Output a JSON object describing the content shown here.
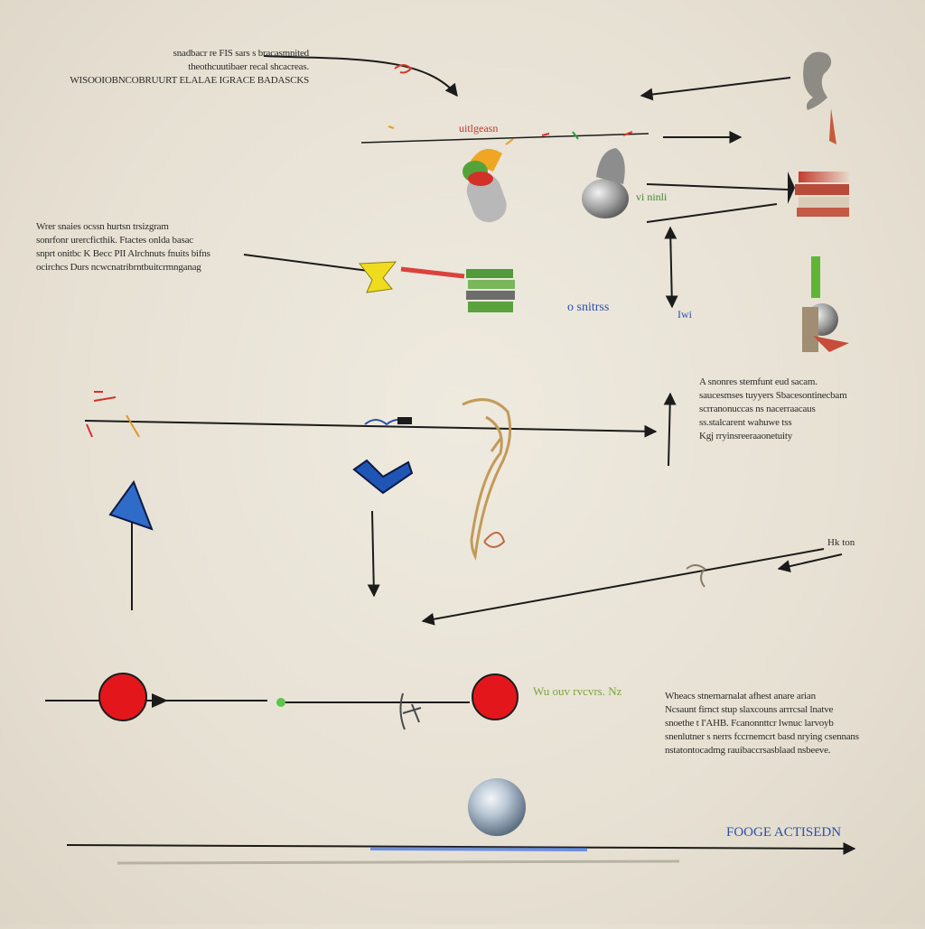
{
  "text_blocks": {
    "top_left": [
      "snadbacr re FIS sars s bracasmnited",
      "theothcuutibaer recal shcacreas.",
      "WISOOIOBNCOBRUURT ELALAE IGRACE BADASCKS"
    ],
    "mid_left": [
      "Wrer snaies  ocssn hurtsn  trsizgram",
      "sonrfonr urercficthik. Ftactes  onlda basac",
      "snprt onitbc K Becc PII Alrchnuts fnuits bifns",
      "ocirchcs  Durs  ncwcnatribrntbuitcrmnganag"
    ],
    "mid_right": [
      "A snonres stemfunt  eud  sacam.",
      "saucesmses tuyyers  Sbacesontinecbam",
      "scrranonuccas ns  nacerraacaus",
      "ss.stalcarent  wahuwe tss",
      "Kgj rryinsreeraaonetuity"
    ],
    "bottom_right": [
      "Wheacs stnernarnalat afhest anare arian",
      "Ncsaunt firnct stup  slaxcouns arrrcsal lnatve",
      "snoethe  t I'AHB.  Fcanonnttcr lwnuc larvoyb",
      "snenlutner  s nerrs  fccrnemcrt  basd  nrying csennans",
      "nstatontocadmg  rauibaccrsasblaad  nsbeeve."
    ]
  },
  "labels": {
    "center_green": "vi  ninli",
    "mid_blue": "o  snitrss",
    "mid_blue2": "Iwi",
    "right_small": "Hk ton",
    "bottom_green": "Wu    ouv  rvcvrs.  Nz",
    "bottom_accent": "FOOGE ACTISEDN",
    "red_top": "uitlgeasn"
  },
  "colors": {
    "arrow": "#1b1b1b",
    "red_circle": "#e3161b",
    "blue_triangle": "#2f6cc9",
    "chevron": "#1f55b5",
    "green_dot": "#5cc64a",
    "accent_text": "#2c4fa8",
    "background": "#e9e4d8"
  },
  "shapes": {
    "triangle": "blue-triangle",
    "chevron": "blue-chevron",
    "circles": [
      "red-circle-left",
      "red-circle-right"
    ],
    "ball": "gray-ball"
  }
}
